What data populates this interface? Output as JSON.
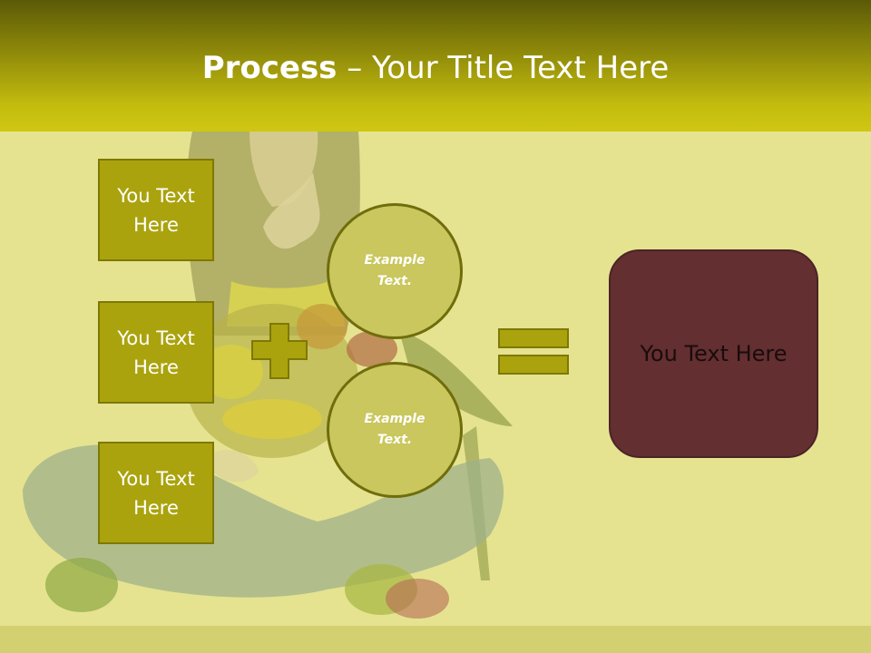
{
  "title": {
    "bold": "Process",
    "rest": " – Your Title Text Here"
  },
  "boxes": [
    "You Text\nHere",
    "You Text\nHere",
    "You Text\nHere"
  ],
  "circles": [
    "Example\nText.",
    "Example\nText."
  ],
  "result": "You Text Here",
  "icons": {
    "plus": "plus-icon",
    "equals": "equals-icon"
  },
  "colors": {
    "header_dark": "#5b5a07",
    "header_light": "#cfc712",
    "box_fill": "#aaa30e",
    "circle_fill": "#c9c75d",
    "result_fill": "#632f31"
  }
}
